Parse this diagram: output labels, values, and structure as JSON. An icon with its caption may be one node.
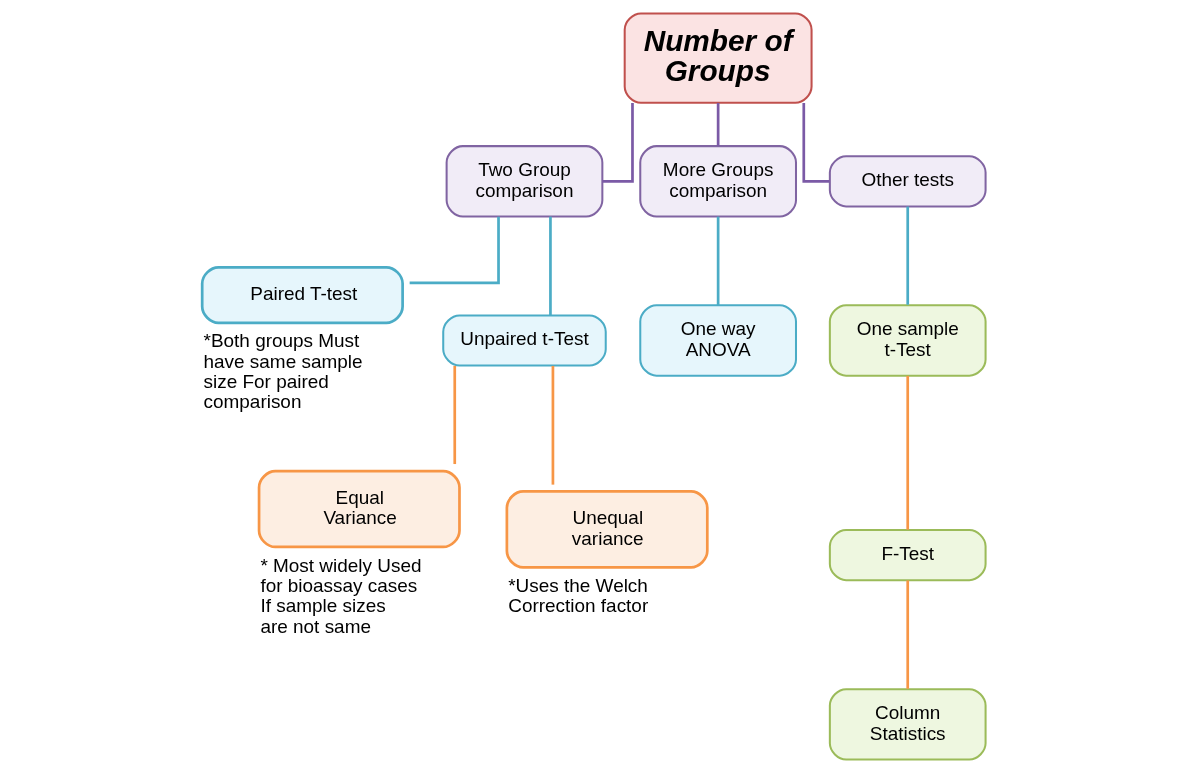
{
  "diagram": {
    "nodes": [
      {
        "text": [
          "Number of Groups"
        ]
      },
      {
        "text": [
          "Two Group comparison"
        ]
      },
      {
        "text": [
          "More Groups comparison"
        ]
      },
      {
        "text": [
          "Other tests"
        ]
      },
      {
        "text": [
          "Paired T-test"
        ],
        "beside": [
          "*Both groups Must have same sample size For paired comparison"
        ]
      },
      {
        "text": [
          "Unpaired t-Test"
        ]
      },
      {
        "text": [
          "Equal Variance"
        ],
        "beside": [
          "* Most widely Used for bioassay cases If sample sizes are not same"
        ]
      },
      {
        "text": [
          "Unequal variance"
        ],
        "beside": [
          "*Uses the Welch Correction factor"
        ]
      },
      {
        "text": [
          "One way ANOVA"
        ]
      },
      {
        "text": [
          "One sample t-Test"
        ]
      },
      {
        "text": [
          "F-Test"
        ]
      },
      {
        "text": [
          "Column Statistics"
        ]
      }
    ],
    "edges": [
      {
        "from": 0,
        "to": 1,
        "arrow": "none",
        "color": "#7b5aa6"
      },
      {
        "from": 0,
        "to": 2,
        "arrow": "none",
        "color": "#7b5aa6"
      },
      {
        "from": 0,
        "to": 3,
        "arrow": "none",
        "color": "#7b5aa6"
      },
      {
        "from": 1,
        "to": 4,
        "arrow": "none",
        "color": "#4bacc6"
      },
      {
        "from": 1,
        "to": 5,
        "arrow": "none",
        "color": "#4bacc6"
      },
      {
        "from": 5,
        "to": 6,
        "arrow": "none",
        "color": "#f79646"
      },
      {
        "from": 5,
        "to": 7,
        "arrow": "none",
        "color": "#f79646"
      },
      {
        "from": 2,
        "to": 8,
        "arrow": "none",
        "color": "#4bacc6"
      },
      {
        "from": 3,
        "to": 9,
        "arrow": "none",
        "color": "#4bacc6"
      },
      {
        "from": 9,
        "to": 10,
        "arrow": "none",
        "color": "#f79646"
      },
      {
        "from": 10,
        "to": 11,
        "arrow": "none",
        "color": "#f79646"
      }
    ]
  }
}
